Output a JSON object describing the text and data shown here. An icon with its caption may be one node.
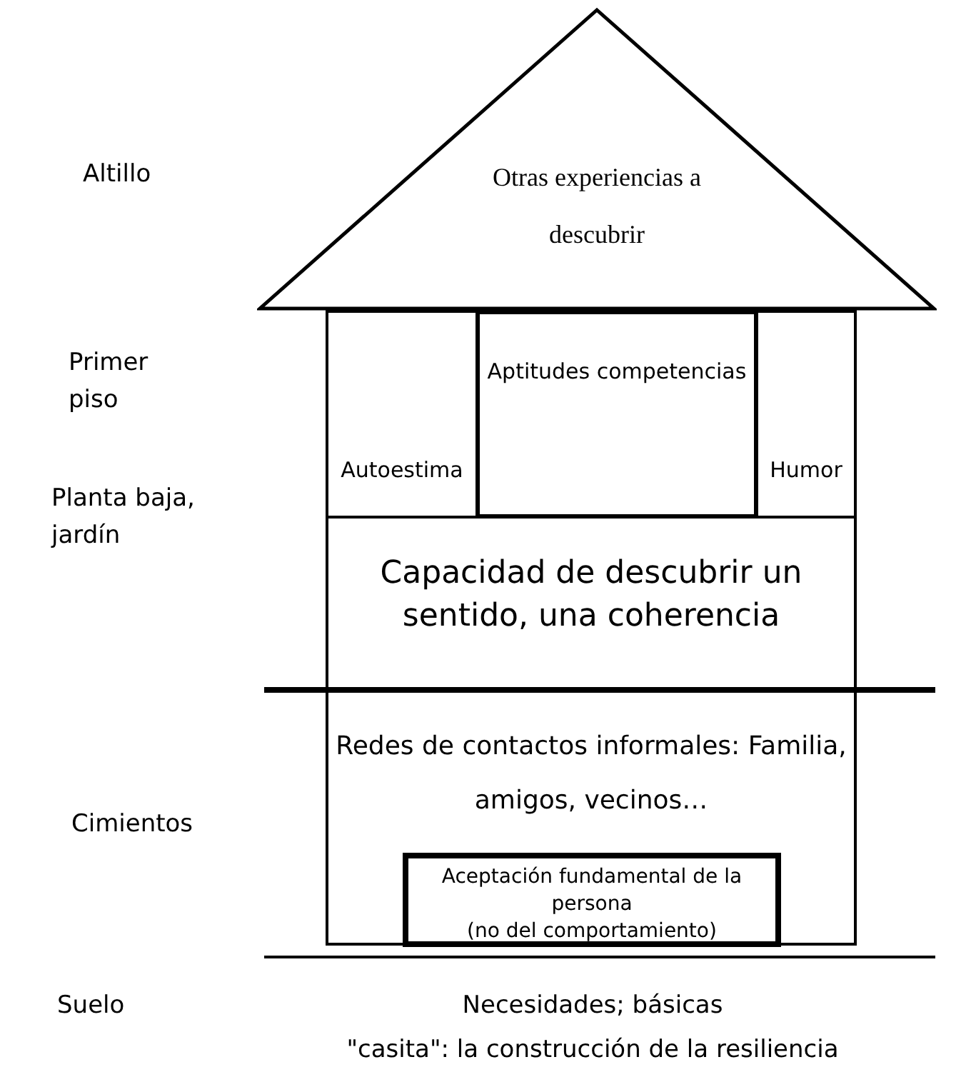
{
  "diagram": {
    "caption": "\"casita\": la construcción de la resiliencia",
    "nodes": [
      {
        "text": [
          "Otras experiencias a descubrir"
        ]
      },
      {
        "text": [
          "Autoestima"
        ]
      },
      {
        "text": [
          "Aptitudes competencias"
        ]
      },
      {
        "text": [
          "Humor"
        ]
      },
      {
        "text": [
          "Capacidad de descubrir un sentido, una coherencia"
        ]
      },
      {
        "text": [
          "Redes de contactos informales: Familia, amigos, vecinos…"
        ]
      },
      {
        "text": [
          "Aceptación fundamental de la persona",
          "(no del comportamiento)"
        ],
        "in": 5
      }
    ],
    "edges": [],
    "labels": [
      "Altillo",
      "Primer piso",
      "Planta baja, jardín",
      "Cimientos",
      "Suelo",
      "Necesidades; básicas"
    ]
  }
}
